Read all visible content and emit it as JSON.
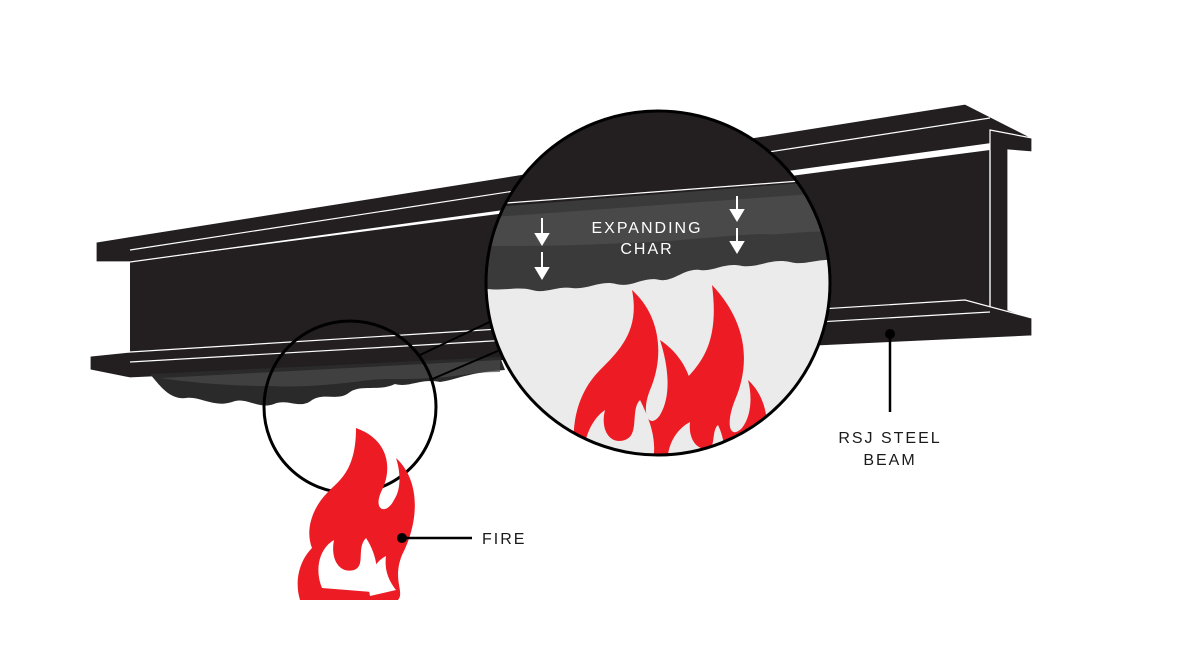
{
  "labels": {
    "expanding_char_line1": "EXPANDING",
    "expanding_char_line2": "CHAR",
    "rsj_line1": "RSJ STEEL",
    "rsj_line2": "BEAM",
    "fire": "FIRE"
  },
  "colors": {
    "steel": "#231f20",
    "steel_edge": "#ffffff",
    "char": "#3a3a3a",
    "char_light": "#4d4d4d",
    "flame": "#ed1c24",
    "background_zoom": "#ebebeb",
    "callout_line": "#000000"
  },
  "icons": [
    "flame-icon",
    "down-arrow-icon"
  ]
}
